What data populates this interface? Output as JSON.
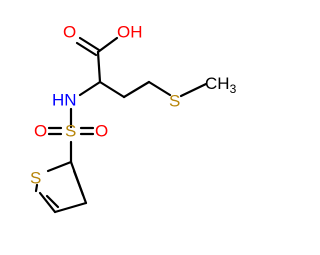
{
  "molecule": {
    "atom_labels": {
      "oxygen_carbonyl": "O",
      "hydroxyl": "OH",
      "amine": "HN",
      "sulfur_thioether": "S",
      "methyl": "CH",
      "methyl_subscript": "3",
      "sulfonyl_sulfur": "S",
      "sulfonyl_oxygen_left": "O",
      "sulfonyl_oxygen_right": "O",
      "thiophene_sulfur": "S"
    },
    "colors": {
      "bond": "#000000",
      "oxygen": "#ff0000",
      "nitrogen": "#0000ff",
      "sulfur": "#b8860b",
      "carbon": "#000000"
    }
  }
}
